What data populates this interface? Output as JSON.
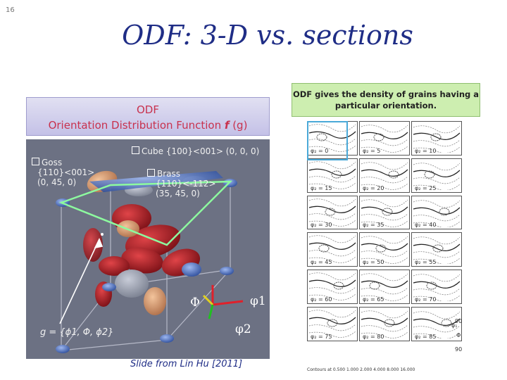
{
  "slide_number": "16",
  "title": "ODF: 3-D vs. sections",
  "note": "ODF gives the density of grains having a particular orientation.",
  "odf_box": {
    "line1": "ODF",
    "line2_pre": "Orientation Distribution Function ",
    "line2_f": "f",
    "line2_g": " (g)"
  },
  "cube_labels": {
    "goss": [
      "Goss",
      "{110}<001>",
      "(0, 45, 0)"
    ],
    "cube": "Cube {100}<001> (0, 0, 0)",
    "brass": [
      "Brass",
      "{110}<-112>",
      "(35, 45, 0)"
    ],
    "g_vector": "g = {ϕ1, Φ, ϕ2}",
    "phi_cap": "Φ",
    "phi1": "φ1",
    "phi2": "φ2"
  },
  "credit": "Slide from Lin Hu [2011]",
  "sections": [
    {
      "label": "φ₂ = 0"
    },
    {
      "label": "φ₂ = 5"
    },
    {
      "label": "φ₂ = 10"
    },
    {
      "label": "φ₂ = 15"
    },
    {
      "label": "φ₂ = 20"
    },
    {
      "label": "φ₂ = 25"
    },
    {
      "label": "φ₂ = 30"
    },
    {
      "label": "φ₂ = 35"
    },
    {
      "label": "φ₂ = 40"
    },
    {
      "label": "φ₂ = 45"
    },
    {
      "label": "φ₂ = 50"
    },
    {
      "label": "φ₂ = 55"
    },
    {
      "label": "φ₂ = 60"
    },
    {
      "label": "φ₂ = 65"
    },
    {
      "label": "φ₂ = 70"
    },
    {
      "label": "φ₂ = 75"
    },
    {
      "label": "φ₂ = 80"
    },
    {
      "label": "φ₂ = 85"
    }
  ],
  "axis_labels": {
    "phi1": "φ₁",
    "ninety_top": "90",
    "phi": "Φ",
    "ninety_bottom": "90"
  },
  "contours": "Contours at 0.500 1.000 2.000 4.000 8.000 16.000",
  "colors": {
    "title": "#1f2d86",
    "odf_text": "#c8324e",
    "note_bg": "#cdeeb0",
    "panel_bg": "#6c7183",
    "cube_edge": "#8dfa9f",
    "grain_red": "#b8222a",
    "grain_blue": "#5a79c8",
    "grain_tan": "#d9a177"
  }
}
